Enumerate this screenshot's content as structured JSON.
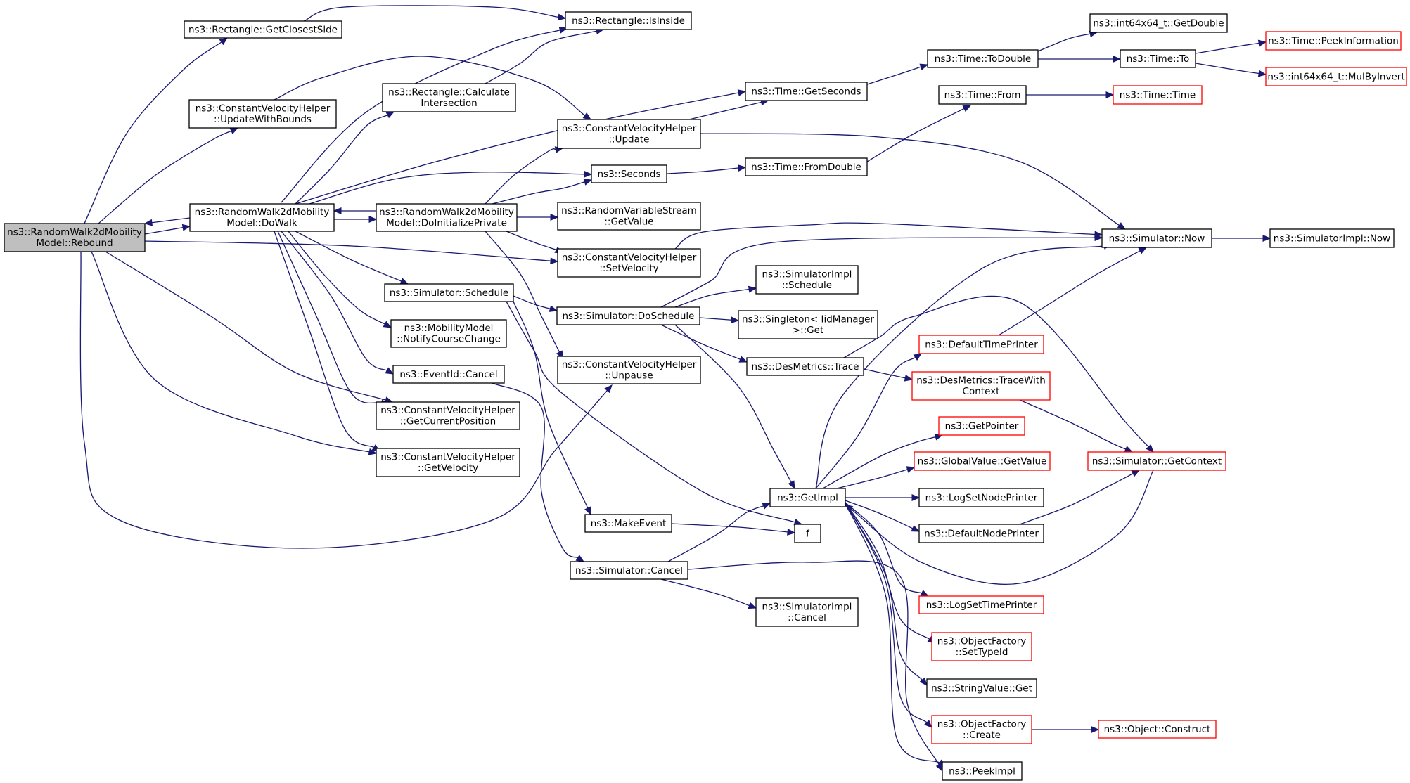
{
  "diagram": {
    "type": "call-graph",
    "nodes": [
      {
        "id": "n0",
        "lines": [
          "ns3::RandomWalk2dMobility",
          "Model::Rebound"
        ],
        "color": "gray"
      },
      {
        "id": "n1",
        "lines": [
          "ns3::Rectangle::GetClosestSide"
        ],
        "color": "black"
      },
      {
        "id": "n2",
        "lines": [
          "ns3::Rectangle::IsInside"
        ],
        "color": "black"
      },
      {
        "id": "n3",
        "lines": [
          "ns3::ConstantVelocityHelper",
          "::UpdateWithBounds"
        ],
        "color": "black"
      },
      {
        "id": "n4",
        "lines": [
          "ns3::Rectangle::Calculate",
          "Intersection"
        ],
        "color": "black"
      },
      {
        "id": "n5",
        "lines": [
          "ns3::Time::GetSeconds"
        ],
        "color": "black"
      },
      {
        "id": "n6",
        "lines": [
          "ns3::ConstantVelocityHelper",
          "::Update"
        ],
        "color": "black"
      },
      {
        "id": "n7",
        "lines": [
          "ns3::Time::ToDouble"
        ],
        "color": "black"
      },
      {
        "id": "n8",
        "lines": [
          "ns3::int64x64_t::GetDouble"
        ],
        "color": "black"
      },
      {
        "id": "n9",
        "lines": [
          "ns3::Time::To"
        ],
        "color": "black"
      },
      {
        "id": "n10",
        "lines": [
          "ns3::Time::PeekInformation"
        ],
        "color": "red"
      },
      {
        "id": "n11",
        "lines": [
          "ns3::int64x64_t::MulByInvert"
        ],
        "color": "red"
      },
      {
        "id": "n12",
        "lines": [
          "ns3::Time::From"
        ],
        "color": "black"
      },
      {
        "id": "n13",
        "lines": [
          "ns3::Time::Time"
        ],
        "color": "red"
      },
      {
        "id": "n14",
        "lines": [
          "ns3::Seconds"
        ],
        "color": "black"
      },
      {
        "id": "n15",
        "lines": [
          "ns3::Time::FromDouble"
        ],
        "color": "black"
      },
      {
        "id": "n16",
        "lines": [
          "ns3::RandomWalk2dMobility",
          "Model::DoWalk"
        ],
        "color": "black"
      },
      {
        "id": "n17",
        "lines": [
          "ns3::RandomWalk2dMobility",
          "Model::DoInitializePrivate"
        ],
        "color": "black"
      },
      {
        "id": "n18",
        "lines": [
          "ns3::RandomVariableStream",
          "::GetValue"
        ],
        "color": "black"
      },
      {
        "id": "n19",
        "lines": [
          "ns3::ConstantVelocityHelper",
          "::SetVelocity"
        ],
        "color": "black"
      },
      {
        "id": "n20",
        "lines": [
          "ns3::Simulator::Now"
        ],
        "color": "black"
      },
      {
        "id": "n21",
        "lines": [
          "ns3::SimulatorImpl::Now"
        ],
        "color": "black"
      },
      {
        "id": "n22",
        "lines": [
          "ns3::Simulator::Schedule"
        ],
        "color": "black"
      },
      {
        "id": "n23",
        "lines": [
          "ns3::Simulator::DoSchedule"
        ],
        "color": "black"
      },
      {
        "id": "n24",
        "lines": [
          "ns3::SimulatorImpl",
          "::Schedule"
        ],
        "color": "black"
      },
      {
        "id": "n25",
        "lines": [
          "ns3::Singleton< IidManager",
          " >::Get"
        ],
        "color": "black"
      },
      {
        "id": "n26",
        "lines": [
          "ns3::MobilityModel",
          "::NotifyCourseChange"
        ],
        "color": "black"
      },
      {
        "id": "n27",
        "lines": [
          "ns3::DefaultTimePrinter"
        ],
        "color": "red"
      },
      {
        "id": "n28",
        "lines": [
          "ns3::ConstantVelocityHelper",
          "::Unpause"
        ],
        "color": "black"
      },
      {
        "id": "n29",
        "lines": [
          "ns3::EventId::Cancel"
        ],
        "color": "black"
      },
      {
        "id": "n30",
        "lines": [
          "ns3::DesMetrics::Trace"
        ],
        "color": "black"
      },
      {
        "id": "n31",
        "lines": [
          "ns3::DesMetrics::TraceWith",
          "Context"
        ],
        "color": "red"
      },
      {
        "id": "n32",
        "lines": [
          "ns3::ConstantVelocityHelper",
          "::GetCurrentPosition"
        ],
        "color": "black"
      },
      {
        "id": "n33",
        "lines": [
          "ns3::GetPointer"
        ],
        "color": "red"
      },
      {
        "id": "n34",
        "lines": [
          "ns3::ConstantVelocityHelper",
          "::GetVelocity"
        ],
        "color": "black"
      },
      {
        "id": "n35",
        "lines": [
          "ns3::GlobalValue::GetValue"
        ],
        "color": "red"
      },
      {
        "id": "n36",
        "lines": [
          "ns3::Simulator::GetContext"
        ],
        "color": "red"
      },
      {
        "id": "n37",
        "lines": [
          "ns3::GetImpl"
        ],
        "color": "black"
      },
      {
        "id": "n38",
        "lines": [
          "ns3::LogSetNodePrinter"
        ],
        "color": "black"
      },
      {
        "id": "n39",
        "lines": [
          "ns3::MakeEvent"
        ],
        "color": "black"
      },
      {
        "id": "n40",
        "lines": [
          "f"
        ],
        "color": "black"
      },
      {
        "id": "n41",
        "lines": [
          "ns3::DefaultNodePrinter"
        ],
        "color": "black"
      },
      {
        "id": "n42",
        "lines": [
          "ns3::Simulator::Cancel"
        ],
        "color": "black"
      },
      {
        "id": "n43",
        "lines": [
          "ns3::SimulatorImpl",
          "::Cancel"
        ],
        "color": "black"
      },
      {
        "id": "n44",
        "lines": [
          "ns3::LogSetTimePrinter"
        ],
        "color": "red"
      },
      {
        "id": "n45",
        "lines": [
          "ns3::ObjectFactory",
          "::SetTypeId"
        ],
        "color": "red"
      },
      {
        "id": "n46",
        "lines": [
          "ns3::StringValue::Get"
        ],
        "color": "black"
      },
      {
        "id": "n47",
        "lines": [
          "ns3::ObjectFactory",
          "::Create"
        ],
        "color": "red"
      },
      {
        "id": "n48",
        "lines": [
          "ns3::Object::Construct"
        ],
        "color": "red"
      },
      {
        "id": "n49",
        "lines": [
          "ns3::PeekImpl"
        ],
        "color": "black"
      }
    ],
    "edges": [
      {
        "from": "n0",
        "to": "n1"
      },
      {
        "from": "n0",
        "to": "n3"
      },
      {
        "from": "n0",
        "to": "n16"
      },
      {
        "from": "n0",
        "to": "n19"
      },
      {
        "from": "n0",
        "to": "n28"
      },
      {
        "from": "n0",
        "to": "n32"
      },
      {
        "from": "n0",
        "to": "n34"
      },
      {
        "from": "n1",
        "to": "n2"
      },
      {
        "from": "n3",
        "to": "n6"
      },
      {
        "from": "n4",
        "to": "n2"
      },
      {
        "from": "n6",
        "to": "n5"
      },
      {
        "from": "n6",
        "to": "n20"
      },
      {
        "from": "n5",
        "to": "n7"
      },
      {
        "from": "n7",
        "to": "n8"
      },
      {
        "from": "n7",
        "to": "n9"
      },
      {
        "from": "n9",
        "to": "n10"
      },
      {
        "from": "n9",
        "to": "n11"
      },
      {
        "from": "n12",
        "to": "n13"
      },
      {
        "from": "n14",
        "to": "n15"
      },
      {
        "from": "n15",
        "to": "n12"
      },
      {
        "from": "n16",
        "to": "n0"
      },
      {
        "from": "n16",
        "to": "n2"
      },
      {
        "from": "n16",
        "to": "n4"
      },
      {
        "from": "n16",
        "to": "n5"
      },
      {
        "from": "n16",
        "to": "n14"
      },
      {
        "from": "n16",
        "to": "n17"
      },
      {
        "from": "n16",
        "to": "n22"
      },
      {
        "from": "n16",
        "to": "n26"
      },
      {
        "from": "n16",
        "to": "n29"
      },
      {
        "from": "n16",
        "to": "n32"
      },
      {
        "from": "n16",
        "to": "n34"
      },
      {
        "from": "n17",
        "to": "n16"
      },
      {
        "from": "n17",
        "to": "n6"
      },
      {
        "from": "n17",
        "to": "n14"
      },
      {
        "from": "n17",
        "to": "n18"
      },
      {
        "from": "n17",
        "to": "n19"
      },
      {
        "from": "n17",
        "to": "n28"
      },
      {
        "from": "n19",
        "to": "n20"
      },
      {
        "from": "n20",
        "to": "n21"
      },
      {
        "from": "n22",
        "to": "n23"
      },
      {
        "from": "n22",
        "to": "n39"
      },
      {
        "from": "n22",
        "to": "n40"
      },
      {
        "from": "n23",
        "to": "n20"
      },
      {
        "from": "n23",
        "to": "n24"
      },
      {
        "from": "n23",
        "to": "n25"
      },
      {
        "from": "n23",
        "to": "n30"
      },
      {
        "from": "n23",
        "to": "n37"
      },
      {
        "from": "n29",
        "to": "n42"
      },
      {
        "from": "n30",
        "to": "n31"
      },
      {
        "from": "n30",
        "to": "n36"
      },
      {
        "from": "n31",
        "to": "n36"
      },
      {
        "from": "n27",
        "to": "n20"
      },
      {
        "from": "n41",
        "to": "n36"
      },
      {
        "from": "n37",
        "to": "n20"
      },
      {
        "from": "n37",
        "to": "n27"
      },
      {
        "from": "n37",
        "to": "n33"
      },
      {
        "from": "n37",
        "to": "n35"
      },
      {
        "from": "n37",
        "to": "n38"
      },
      {
        "from": "n37",
        "to": "n41"
      },
      {
        "from": "n37",
        "to": "n44"
      },
      {
        "from": "n37",
        "to": "n45"
      },
      {
        "from": "n37",
        "to": "n46"
      },
      {
        "from": "n37",
        "to": "n47"
      },
      {
        "from": "n37",
        "to": "n49"
      },
      {
        "from": "n36",
        "to": "n37"
      },
      {
        "from": "n47",
        "to": "n48"
      },
      {
        "from": "n39",
        "to": "n40"
      },
      {
        "from": "n42",
        "to": "n37"
      },
      {
        "from": "n42",
        "to": "n43"
      },
      {
        "from": "n42",
        "to": "n49"
      }
    ]
  }
}
